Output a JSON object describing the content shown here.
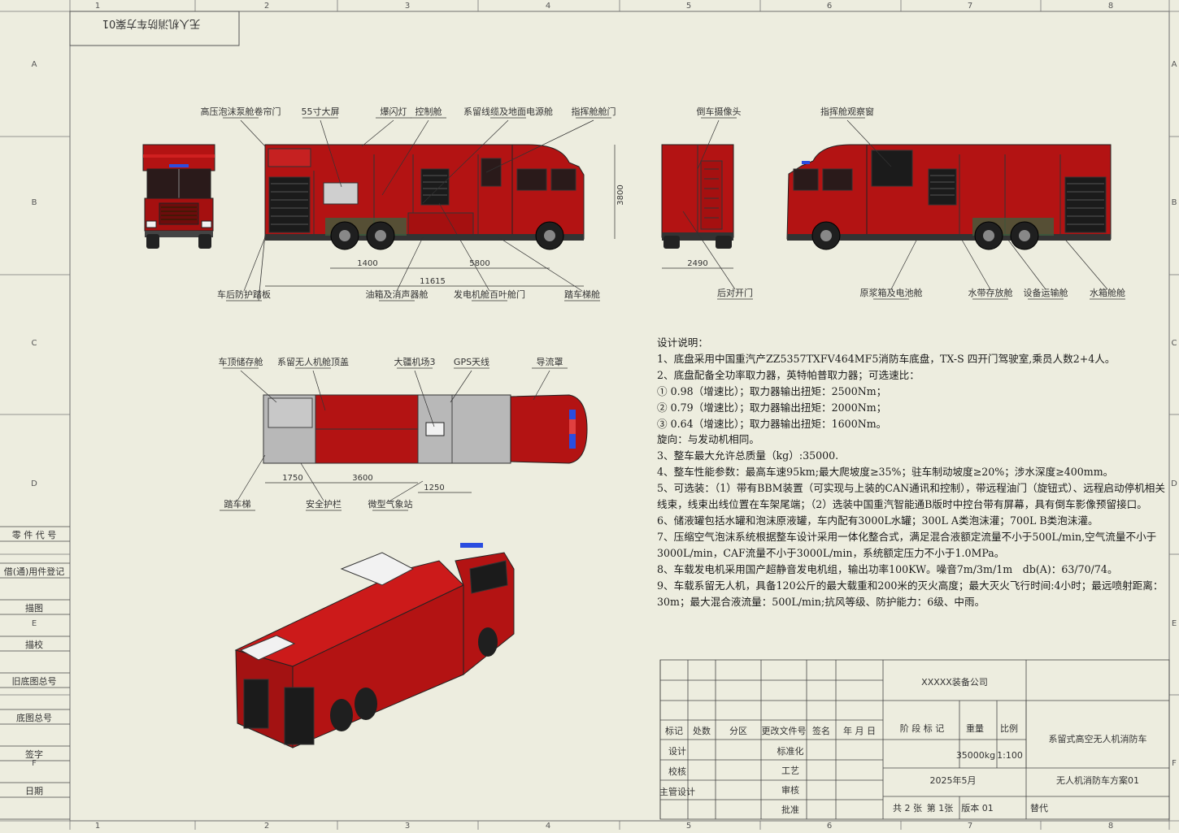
{
  "drawing_title_box": "无人机消防车方案01",
  "zones": {
    "columns": [
      "1",
      "2",
      "3",
      "4",
      "5",
      "6",
      "7",
      "8"
    ],
    "rows": [
      "A",
      "B",
      "C",
      "D",
      "E",
      "F"
    ]
  },
  "side_view_labels": {
    "high_pressure_pump_door": "高压泡沫泵舱卷帘门",
    "screen": "55寸大屏",
    "strobe": "爆闪灯",
    "control_cabin": "控制舱",
    "tether_cabin": "系留线缆及地面电源舱",
    "command_door": "指挥舱舱门",
    "rear_guard": "车后防护踏板",
    "fuel_tank": "油箱及消声器舱",
    "generator_door": "发电机舱百叶舱门",
    "step_cabin": "踏车梯舱"
  },
  "rear_view_labels": {
    "reverse_camera": "倒车摄像头",
    "double_door": "后对开门"
  },
  "right_view_labels": {
    "command_window": "指挥舱观察窗",
    "foam_tank": "原浆箱及电池舱",
    "hose_cabin": "水带存放舱",
    "equipment_cabin": "设备运输舱",
    "water_cabin": "水箱舱舱"
  },
  "top_view_labels": {
    "roof_storage": "车顶储存舱",
    "uav_roof": "系留无人机舱顶盖",
    "uav_pad": "大疆机场3",
    "gps": "GPS天线",
    "deflector": "导流罩",
    "step": "踏车梯",
    "guardrail": "安全护栏",
    "gas_station": "微型气象站"
  },
  "dimensions": {
    "height": "3800",
    "overhang": "1400",
    "wheelbase": "5800",
    "length": "11615",
    "width": "2490",
    "top_a": "1750",
    "top_b": "3600",
    "top_c": "1250"
  },
  "design_notes": {
    "heading": "设计说明：",
    "lines": [
      "1、底盘采用中国重汽产ZZ5357TXFV464MF5消防车底盘，TX-S 四开门驾驶室,乘员人数2+4人。",
      "2、底盘配备全功率取力器，英特帕普取力器；可选速比：",
      "① 0.98（增速比）；取力器输出扭矩：2500Nm；",
      "② 0.79（增速比）；取力器输出扭矩：2000Nm；",
      "③ 0.64（增速比）；取力器输出扭矩：1600Nm。",
      "旋向：与发动机相同。",
      "3、整车最大允许总质量（kg）:35000.",
      "4、整车性能参数：最高车速95km;最大爬坡度≥35%；驻车制动坡度≥20%；涉水深度≥400mm。",
      "5、可选装：（1）带有BBM装置（可实现与上装的CAN通讯和控制），带远程油门（旋钮式）、远程启动停机相关线束，线束出线位置在车架尾端；（2）选装中国重汽智能通B版时中控台带有屏幕，具有倒车影像预留接口。",
      "6、储液罐包括水罐和泡沫原液罐，车内配有3000L水罐；300L A类泡沫灌；700L B类泡沫灌。",
      "7、压缩空气泡沫系统根据整车设计采用一体化整合式，满足混合液额定流量不小于500L/min,空气流量不小于3000L/min，CAF流量不小于3000L/min，系统额定压力不小于1.0MPa。",
      "8、车载发电机采用国产超静音发电机组，输出功率100KW。噪音7m/3m/1m　db(A)：63/70/74。",
      "9、车载系留无人机，具备120公斤的最大载重和200米的灭火高度；最大灭火飞行时间:4小时；最远喷射距离：30m；最大混合液流量：500L/min;抗风等级、防护能力：6级、中雨。"
    ]
  },
  "title_block": {
    "company": "XXXXX装备公司",
    "product": "系留式高空无人机消防车",
    "scheme": "无人机消防车方案01",
    "date": "2025年5月",
    "weight": "35000kg",
    "scale": "1:100",
    "headers": [
      "标记",
      "处数",
      "分区",
      "更改文件号",
      "签名",
      "年 月 日"
    ],
    "stage": "阶 段 标 记",
    "weight_label": "重量",
    "scale_label": "比例",
    "rows_left": [
      "设计",
      "校核",
      "主管设计"
    ],
    "rows_mid": [
      "标准化",
      "工艺",
      "审核",
      "批准"
    ],
    "sheets": "共 2 张",
    "sheet_no": "第 1张",
    "version": "版本 01",
    "replace": "替代"
  },
  "side_table": [
    "零 件 代 号",
    "借(通)用件登记",
    "描图",
    "描校",
    "旧底图总号",
    "底图总号",
    "签字",
    "日期"
  ]
}
